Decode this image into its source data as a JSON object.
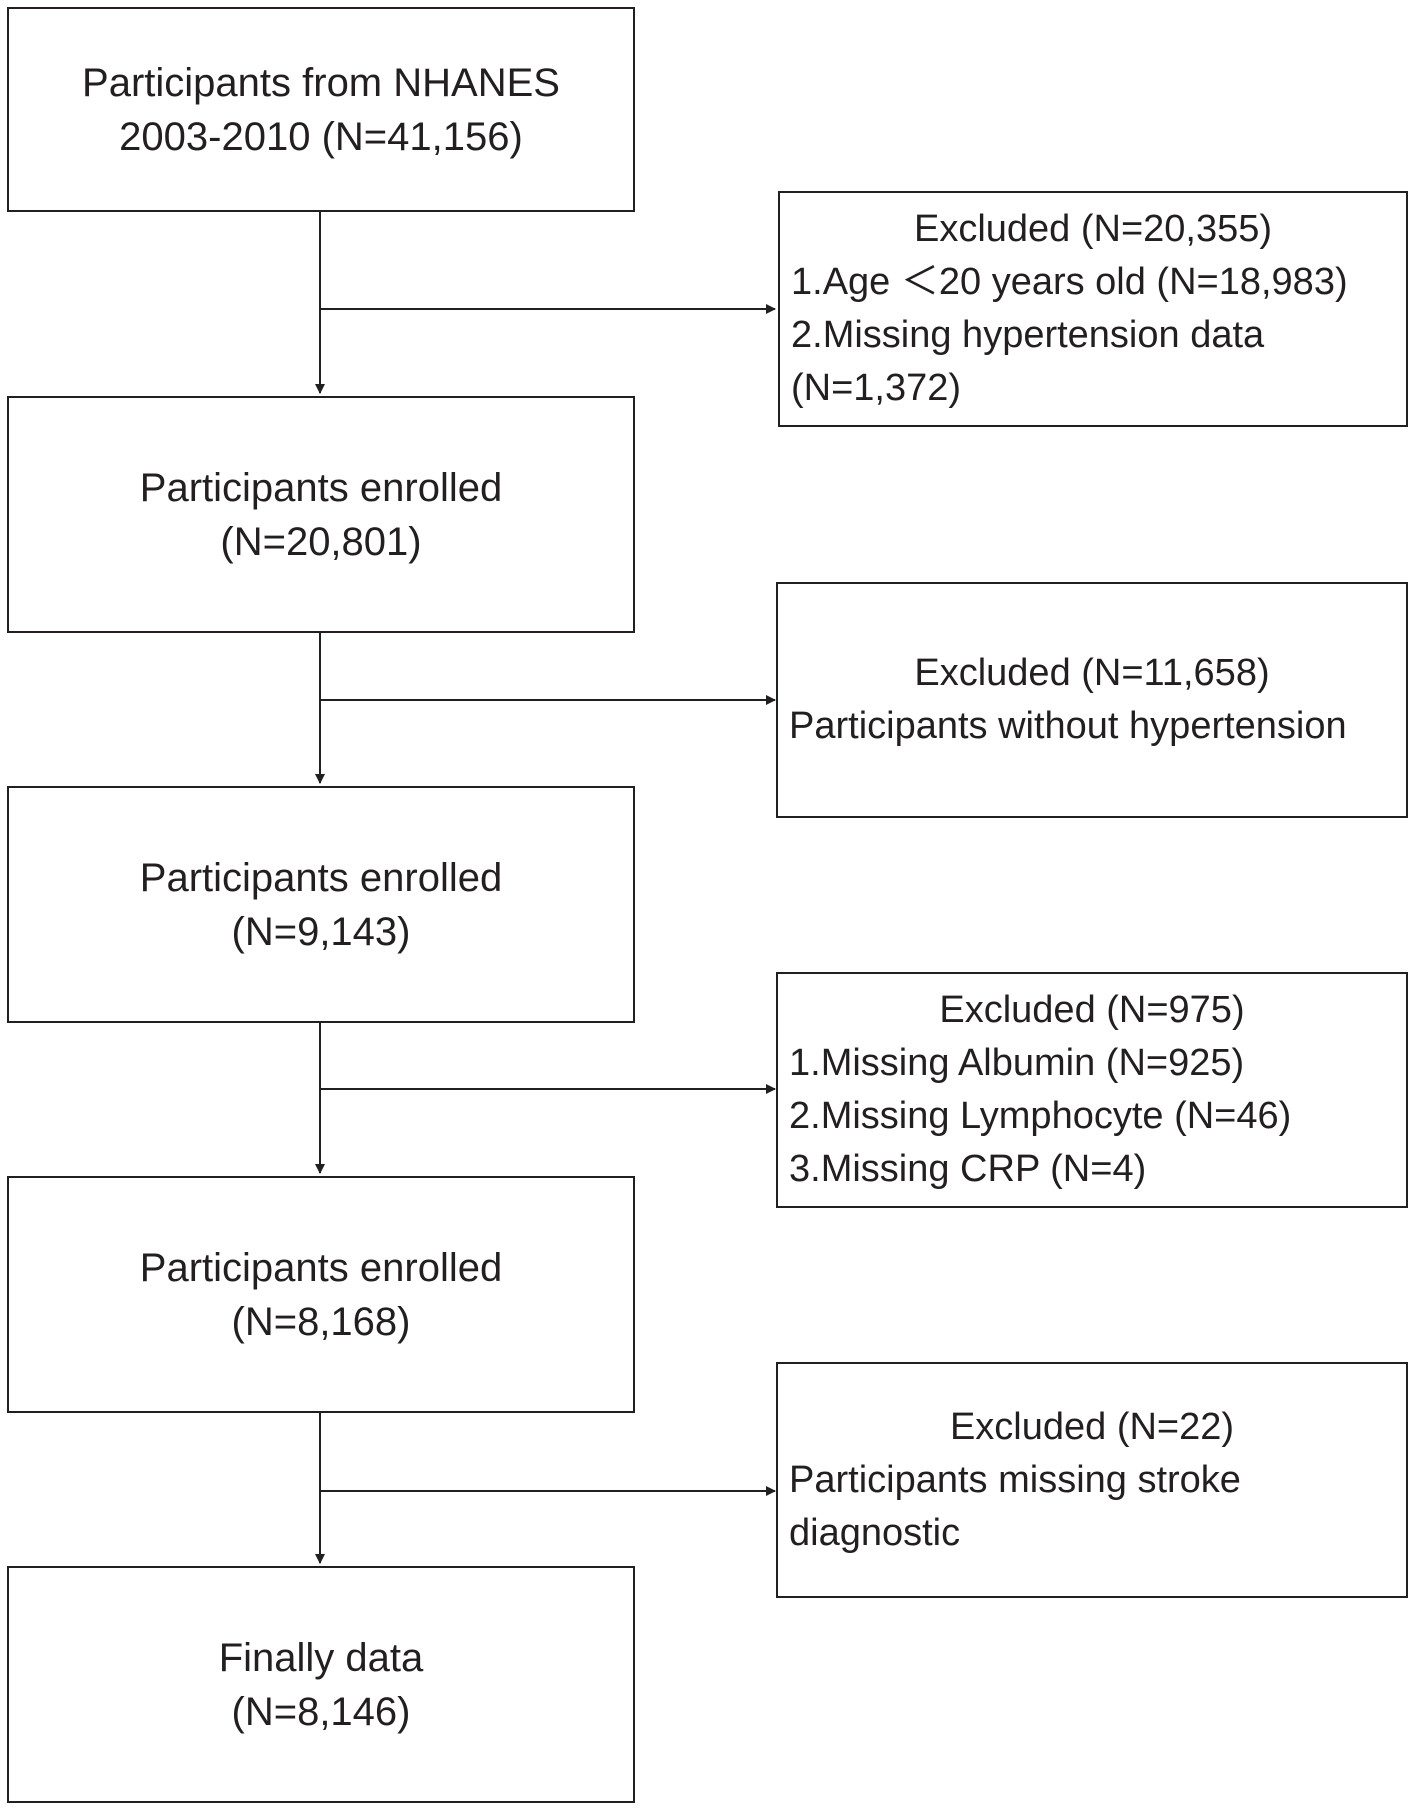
{
  "main_boxes": [
    {
      "lines": [
        "Participants from NHANES",
        "2003-2010 (N=41,156)"
      ]
    },
    {
      "lines": [
        "Participants enrolled",
        "(N=20,801)"
      ]
    },
    {
      "lines": [
        "Participants enrolled",
        "(N=9,143)"
      ]
    },
    {
      "lines": [
        "Participants enrolled",
        "(N=8,168)"
      ]
    },
    {
      "lines": [
        "Finally data",
        "(N=8,146)"
      ]
    }
  ],
  "exclusion_boxes": [
    {
      "title": "Excluded (N=20,355)",
      "items": [
        "1.Age ＜20 years old (N=18,983)",
        "2.Missing hypertension data",
        "(N=1,372)"
      ]
    },
    {
      "title": "Excluded (N=11,658)",
      "items": [
        "Participants without hypertension"
      ]
    },
    {
      "title": "Excluded (N=975)",
      "items": [
        "1.Missing Albumin (N=925)",
        "2.Missing Lymphocyte (N=46)",
        "3.Missing CRP (N=4)"
      ]
    },
    {
      "title": "Excluded (N=22)",
      "items": [
        "Participants missing stroke",
        "diagnostic"
      ]
    }
  ],
  "colors": {
    "line": "#231f20",
    "background": "#ffffff"
  }
}
